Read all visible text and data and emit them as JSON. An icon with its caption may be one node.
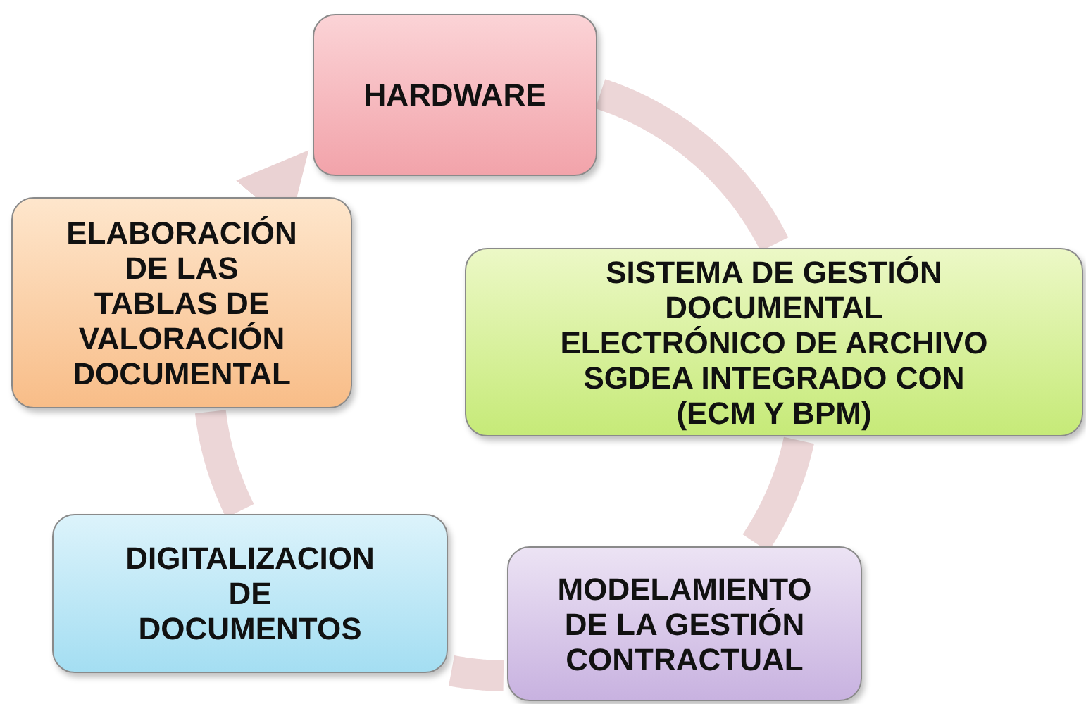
{
  "diagram": {
    "nodes": [
      {
        "text": [
          "HARDWARE"
        ]
      },
      {
        "text": [
          "SISTEMA DE GESTIÓN DOCUMENTAL ELECTRÓNICO DE ARCHIVO SGDEA INTEGRADO CON (ECM Y BPM)"
        ]
      },
      {
        "text": [
          "MODELAMIENTO DE LA GESTIÓN CONTRACTUAL"
        ]
      },
      {
        "text": [
          "DIGITALIZACION DE DOCUMENTOS"
        ]
      },
      {
        "text": [
          "ELABORACIÓN DE LAS TABLAS DE VALORACIÓN DOCUMENTAL"
        ]
      }
    ],
    "edges": [
      {
        "from": 0,
        "to": 1,
        "arrow": "none"
      },
      {
        "from": 1,
        "to": 2,
        "arrow": "none"
      },
      {
        "from": 2,
        "to": 3,
        "arrow": "none"
      },
      {
        "from": 3,
        "to": 4,
        "arrow": "none"
      },
      {
        "from": 4,
        "to": 0,
        "arrow": "to"
      }
    ]
  }
}
